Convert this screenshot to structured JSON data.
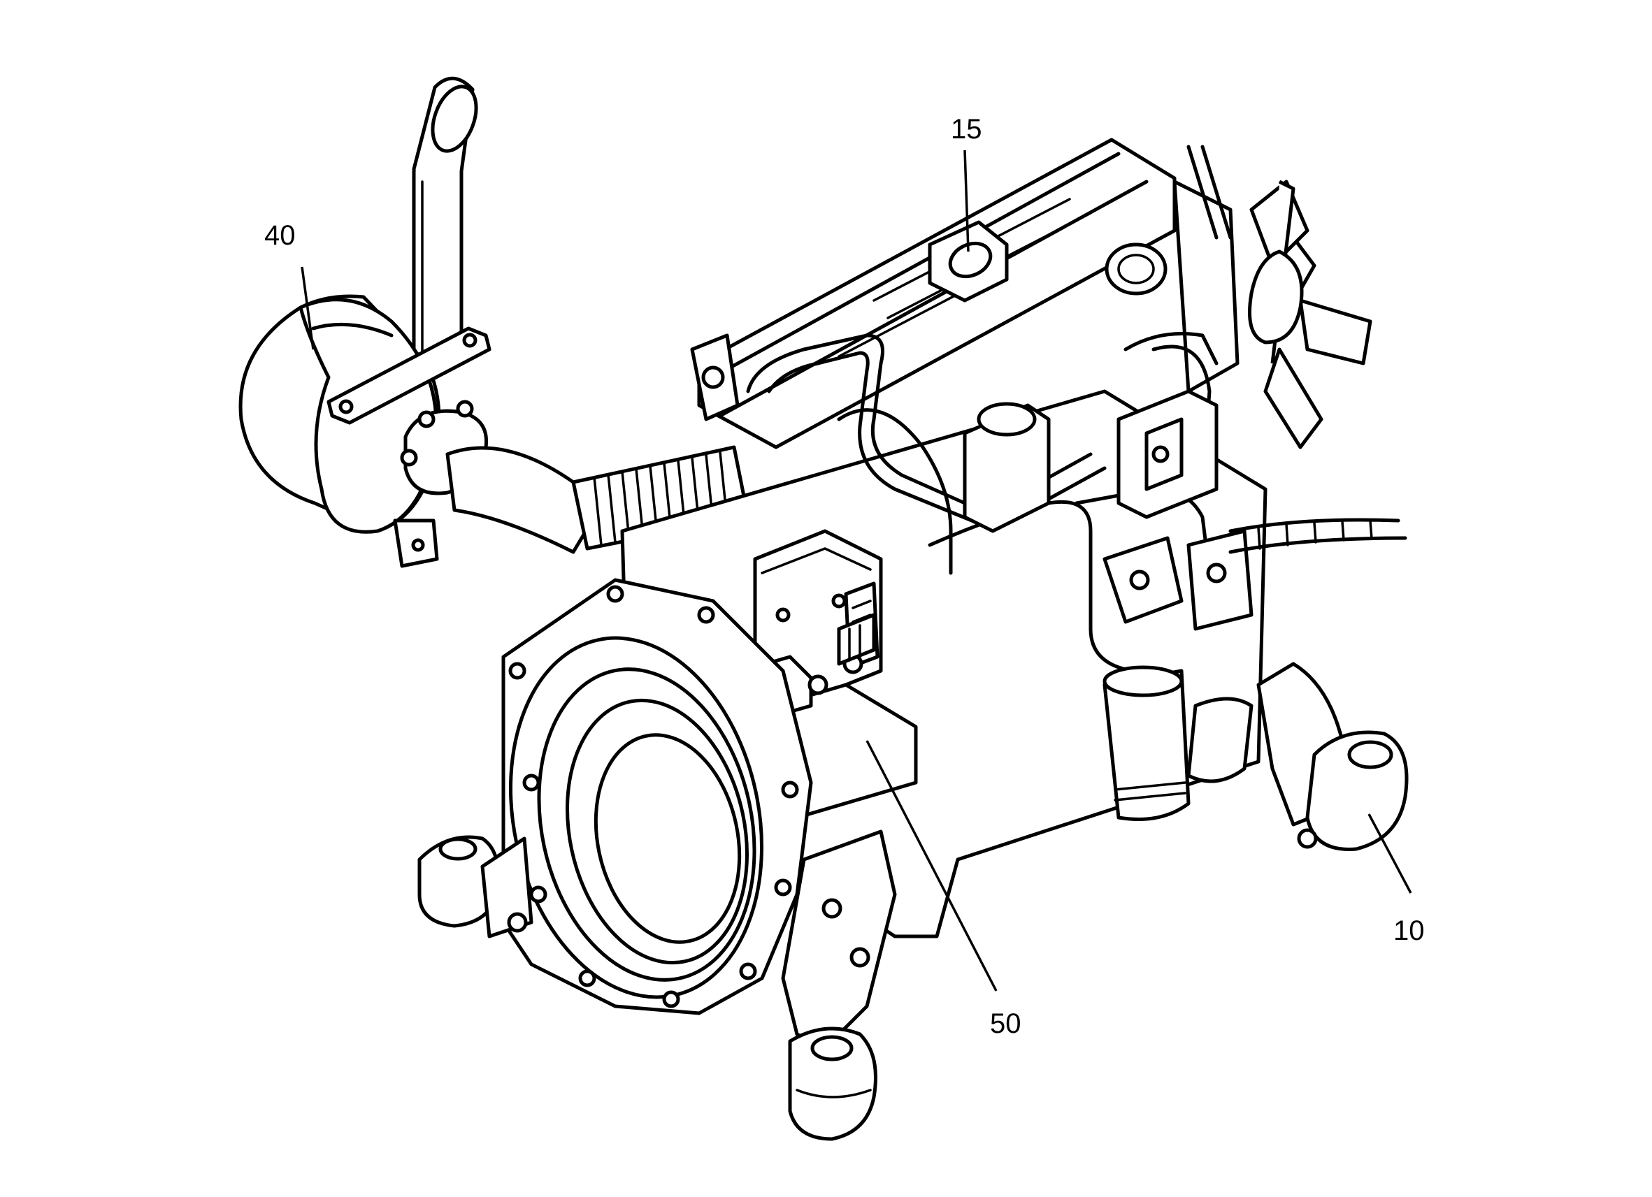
{
  "figure": {
    "callouts": [
      {
        "id": "40",
        "text": "40"
      },
      {
        "id": "15",
        "text": "15"
      },
      {
        "id": "10",
        "text": "10"
      },
      {
        "id": "50",
        "text": "50"
      }
    ]
  },
  "colors": {
    "line": "#000000",
    "background": "#ffffff"
  }
}
